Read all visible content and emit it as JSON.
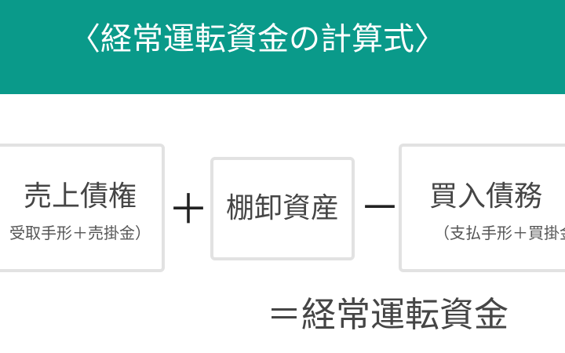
{
  "header": {
    "title": "〈経常運転資金の計算式〉"
  },
  "formula": {
    "receivables": {
      "label": "売上債権",
      "sub": "受取手形＋売掛金）"
    },
    "plus": "＋",
    "inventory": {
      "label": "棚卸資産"
    },
    "minus": "－",
    "payables": {
      "label": "買入債務",
      "sub": "（支払手形＋買掛金"
    },
    "result": "＝経常運転資金"
  },
  "colors": {
    "header_bg": "#0a9a8a",
    "box_border": "#e2e2e2",
    "text": "#444444"
  }
}
